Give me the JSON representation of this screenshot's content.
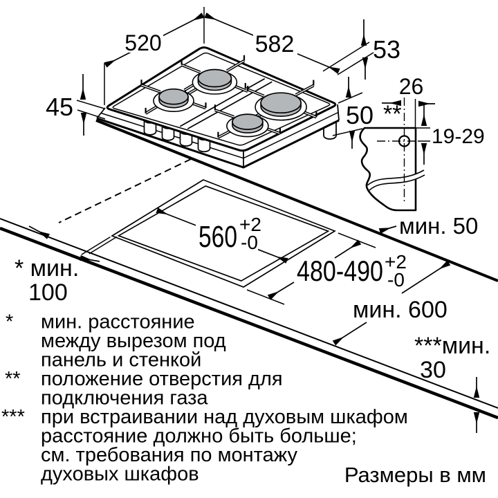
{
  "figure": {
    "title": "Gas hob installation diagram",
    "units_note": "Размеры в мм",
    "dims": {
      "hob_depth": "520",
      "hob_width": "582",
      "hob_total_height": "53",
      "hob_builtin_depth": "45",
      "gas_connection_height": "50",
      "gas_hole_offset": "26",
      "gas_hole_range": "19-29",
      "gas_marker": "**",
      "min_rear": "мин. 50",
      "min_side_word": "* мин.",
      "min_side_value": "100",
      "min_worktop_depth": "мин. 600",
      "min_oven_word": "***мин.",
      "min_oven_value": "30",
      "cutout_width": "560",
      "cutout_width_tol_plus": "+2",
      "cutout_width_tol_minus": "-0",
      "cutout_depth": "480-490",
      "cutout_depth_tol_plus": "+2",
      "cutout_depth_tol_minus": "-0"
    },
    "legend": [
      {
        "marker": "*",
        "lines": [
          "мин. расстояние",
          "между вырезом под",
          "панель и стенкой"
        ]
      },
      {
        "marker": "**",
        "lines": [
          "положение отверстия для",
          "подключения газа"
        ]
      },
      {
        "marker": "***",
        "lines": [
          "при встраивании над духовым шкафом",
          "расстояние должно быть больше;",
          "см. требования по монтажу",
          "духовых шкафов"
        ]
      }
    ]
  }
}
